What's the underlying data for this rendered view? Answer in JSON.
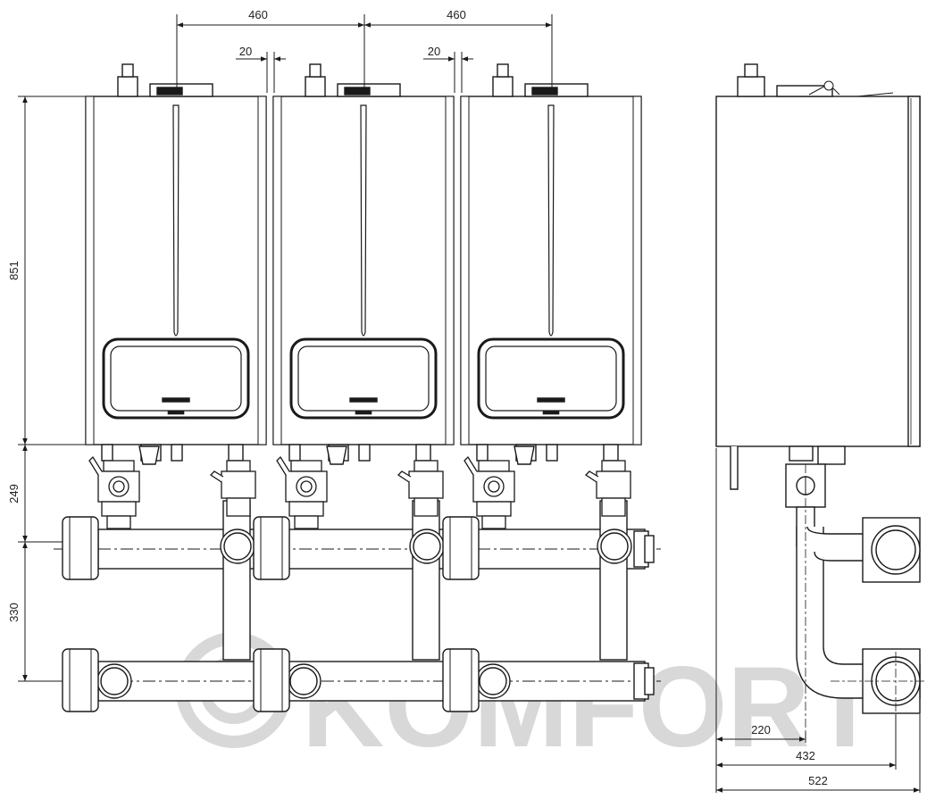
{
  "watermark": {
    "text": "KOMFORT"
  },
  "front_view": {
    "dimensions": {
      "boiler_spacing_1": "460",
      "boiler_spacing_2": "460",
      "gap_1": "20",
      "gap_2": "20",
      "boiler_height": "851",
      "valve_height": "249",
      "header_spacing": "330"
    }
  },
  "side_view": {
    "dimensions": {
      "depth_a": "220",
      "depth_b": "432",
      "depth_c": "522"
    }
  },
  "colors": {
    "line": "#1a1a1a",
    "watermark": "#d8d8d8",
    "dim": "#222222"
  }
}
